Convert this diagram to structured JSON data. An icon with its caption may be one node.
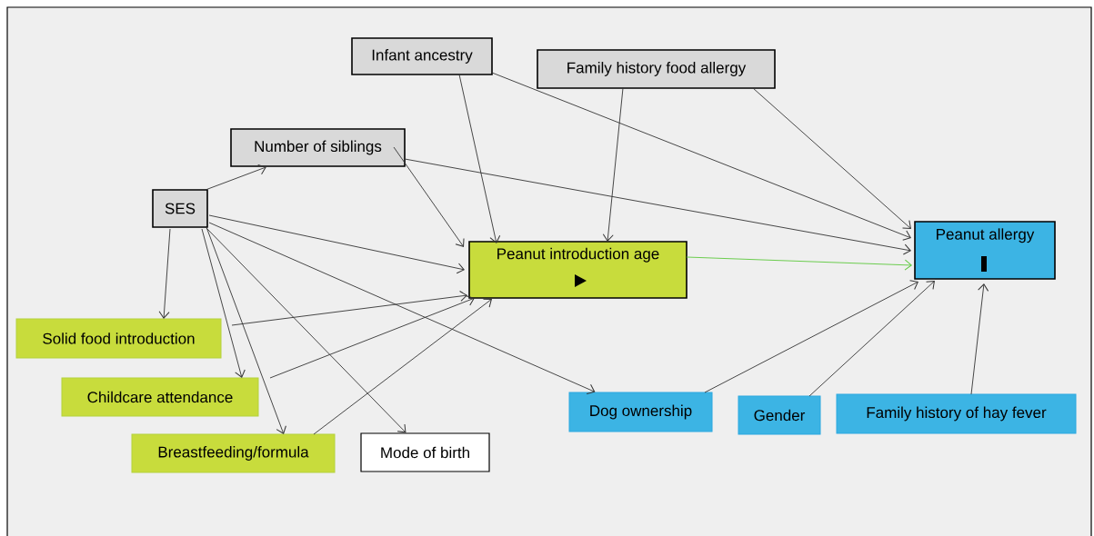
{
  "diagram": {
    "nodes": [
      {
        "text": [
          "Infant ancestry"
        ]
      },
      {
        "text": [
          "Family history food allergy"
        ]
      },
      {
        "text": [
          "Number of siblings"
        ]
      },
      {
        "text": [
          "SES"
        ]
      },
      {
        "text": [
          "Peanut introduction age"
        ]
      },
      {
        "text": [
          "Peanut allergy"
        ]
      },
      {
        "text": [
          "Solid food introduction"
        ]
      },
      {
        "text": [
          "Childcare attendance"
        ]
      },
      {
        "text": [
          "Dog ownership"
        ]
      },
      {
        "text": [
          "Gender"
        ]
      },
      {
        "text": [
          "Family history of hay fever"
        ]
      },
      {
        "text": [
          "Breastfeeding/formula"
        ]
      },
      {
        "text": [
          "Mode of birth"
        ]
      }
    ],
    "edges": [
      {
        "from": 3,
        "to": 2,
        "arrow": "to"
      },
      {
        "from": 3,
        "to": 6,
        "arrow": "to"
      },
      {
        "from": 3,
        "to": 7,
        "arrow": "to"
      },
      {
        "from": 3,
        "to": 11,
        "arrow": "to"
      },
      {
        "from": 3,
        "to": 12,
        "arrow": "to"
      },
      {
        "from": 3,
        "to": 4,
        "arrow": "to"
      },
      {
        "from": 3,
        "to": 8,
        "arrow": "to"
      },
      {
        "from": 2,
        "to": 4,
        "arrow": "to"
      },
      {
        "from": 2,
        "to": 5,
        "arrow": "to"
      },
      {
        "from": 0,
        "to": 4,
        "arrow": "to"
      },
      {
        "from": 0,
        "to": 5,
        "arrow": "to"
      },
      {
        "from": 1,
        "to": 4,
        "arrow": "to"
      },
      {
        "from": 1,
        "to": 5,
        "arrow": "to"
      },
      {
        "from": 6,
        "to": 4,
        "arrow": "to"
      },
      {
        "from": 7,
        "to": 4,
        "arrow": "to"
      },
      {
        "from": 11,
        "to": 4,
        "arrow": "to"
      },
      {
        "from": 4,
        "to": 5,
        "arrow": "to",
        "color": "#5cc83c"
      },
      {
        "from": 8,
        "to": 5,
        "arrow": "to"
      },
      {
        "from": 9,
        "to": 5,
        "arrow": "to"
      },
      {
        "from": 10,
        "to": 5,
        "arrow": "to"
      }
    ]
  }
}
